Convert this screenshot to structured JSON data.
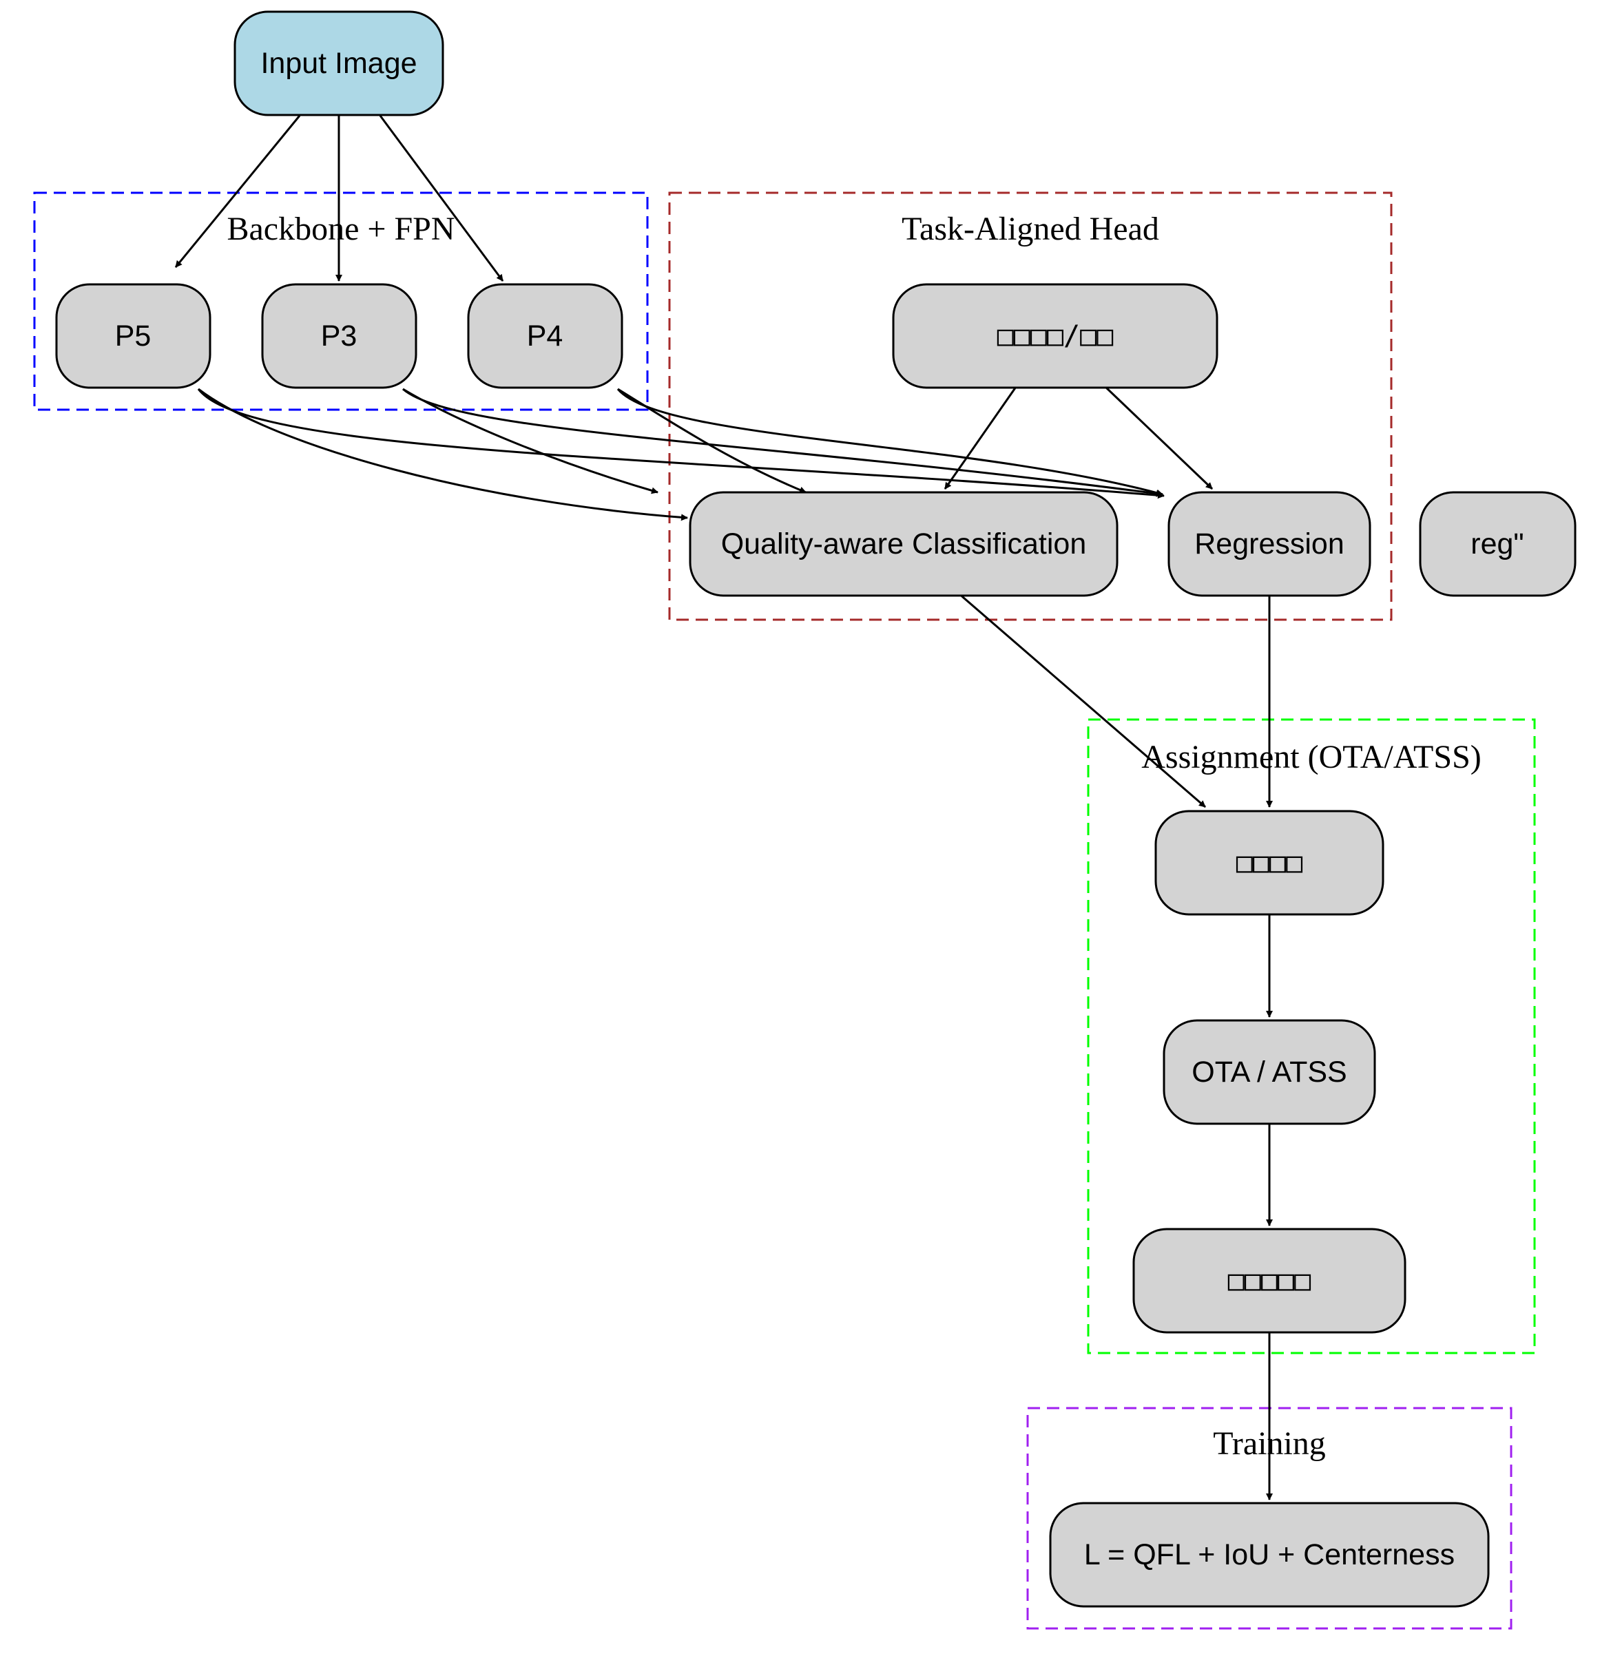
{
  "colors": {
    "node_fill": "#d3d3d3",
    "input_fill": "#add8e6",
    "backbone_border": "#0000ff",
    "head_border": "#a52a2a",
    "assignment_border": "#00ff00",
    "training_border": "#a020f0",
    "edge": "#000000"
  },
  "clusters": {
    "backbone": {
      "label": "Backbone + FPN"
    },
    "head": {
      "label": "Task-Aligned Head"
    },
    "assignment": {
      "label": "Assignment (OTA/ATSS)"
    },
    "training": {
      "label": "Training"
    }
  },
  "nodes": {
    "input": {
      "label": "Input Image"
    },
    "p5": {
      "label": "P5"
    },
    "p3": {
      "label": "P3"
    },
    "p4": {
      "label": "P4"
    },
    "shared_conv": {
      "label": "□□□□/□□"
    },
    "cls": {
      "label": "Quality-aware Classification"
    },
    "reg": {
      "label": "Regression"
    },
    "reg_stray": {
      "label": "reg\""
    },
    "cost": {
      "label": "□□□□"
    },
    "ota": {
      "label": "OTA / ATSS"
    },
    "positives": {
      "label": "□□□□□"
    },
    "loss": {
      "label": "L = QFL + IoU + Centerness"
    }
  }
}
